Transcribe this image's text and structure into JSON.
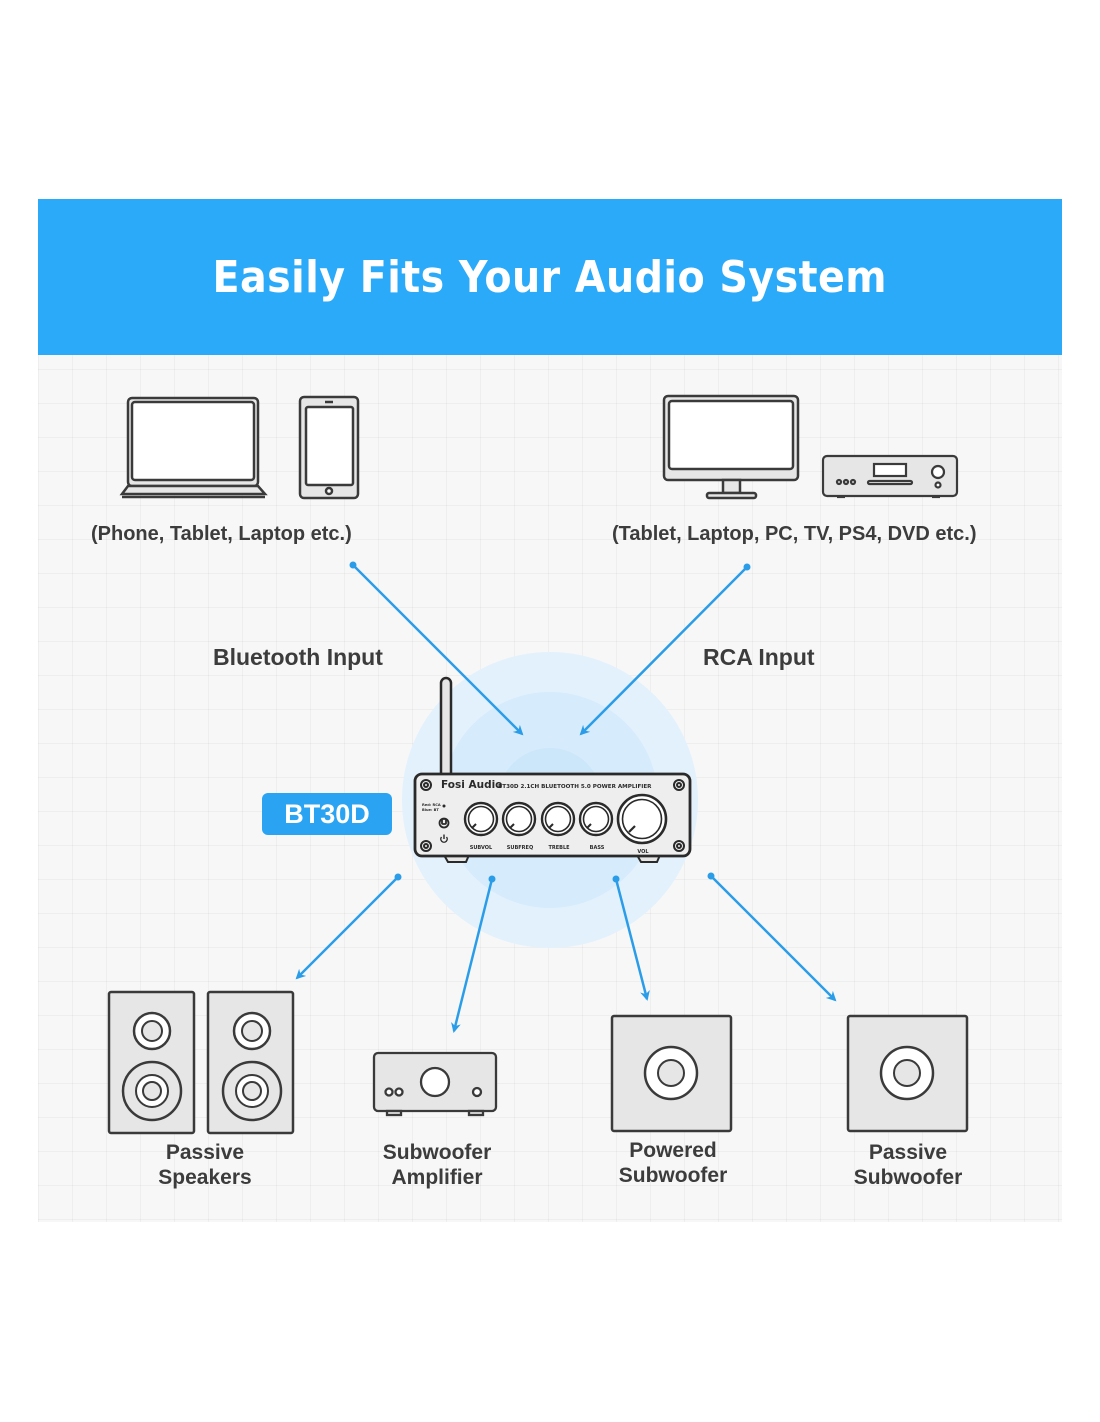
{
  "banner": {
    "title": "Easily Fits Your Audio System",
    "color": "#2aaaf8"
  },
  "sources": {
    "left_caption": "(Phone, Tablet, Laptop etc.)",
    "right_caption": "(Tablet, Laptop, PC, TV, PS4, DVD etc.)"
  },
  "inputs": {
    "bluetooth_label": "Bluetooth Input",
    "rca_label": "RCA Input"
  },
  "amplifier": {
    "model_badge": "BT30D",
    "brand": "Fosi Audio",
    "model_text": "BT30D 2.1CH BLUETOOTH 5.0 POWER AMPLIFIER",
    "indicator_text_1": "Red: RCA",
    "indicator_text_2": "Blue: BT",
    "knobs": [
      "SUBVOL",
      "SUBFREQ",
      "TREBLE",
      "BASS",
      "VOL"
    ]
  },
  "outputs": [
    {
      "line1": "Passive",
      "line2": "Speakers"
    },
    {
      "line1": "Subwoofer",
      "line2": "Amplifier"
    },
    {
      "line1": "Powered",
      "line2": "Subwoofer"
    },
    {
      "line1": "Passive",
      "line2": "Subwoofer"
    }
  ],
  "colors": {
    "arrow": "#2b9de8",
    "device_stroke": "#3a3a3a",
    "device_fill": "#e6e6e6",
    "label_text": "#3c3c3c"
  }
}
